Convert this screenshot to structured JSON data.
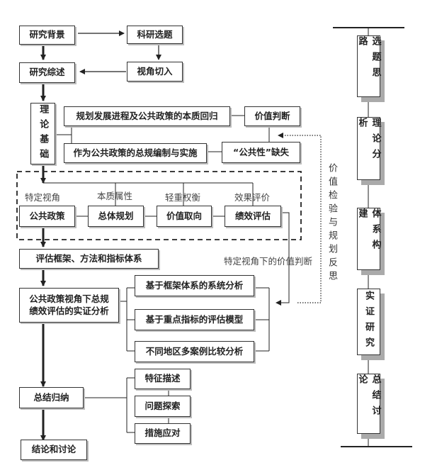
{
  "left_flow": {
    "background": "研究背景",
    "topic_selection": "科研选题",
    "perspective_entry": "视角切入",
    "literature_review": "研究综述",
    "theory_basis": "理论基础",
    "theory_items": [
      "规划发展进程及公共政策的本质回归",
      "作为公共政策的总规编制与实施"
    ],
    "value_judgment": "价值判断",
    "publicness_missing": "“公共性”缺失",
    "framework_chain": [
      {
        "label": "特定视角",
        "box": "公共政策"
      },
      {
        "label": "本质属性",
        "box": "总体规划"
      },
      {
        "label": "轻重权衡",
        "box": "价值取向"
      },
      {
        "label": "效果评价",
        "box": "绩效评估"
      }
    ],
    "evaluation_framework": "评估框架、方法和指标体系",
    "empirical_analysis": "公共政策视角下总规绩效评估的实证分析",
    "analysis_items": [
      "基于框架体系的系统分析",
      "基于重点指标的评估模型",
      "不同地区多案例比较分析"
    ],
    "specific_value_judgment": "特定视角下的价值判断",
    "value_check_reflection": "价值检验与规划反思",
    "summary": "总结归纳",
    "summary_items": [
      "特征描述",
      "问题探索",
      "措施应对"
    ],
    "conclusion": "结论和讨论"
  },
  "right_stages": [
    "选题思路",
    "理论分析",
    "体系构建",
    "实证研究",
    "总结讨论"
  ]
}
